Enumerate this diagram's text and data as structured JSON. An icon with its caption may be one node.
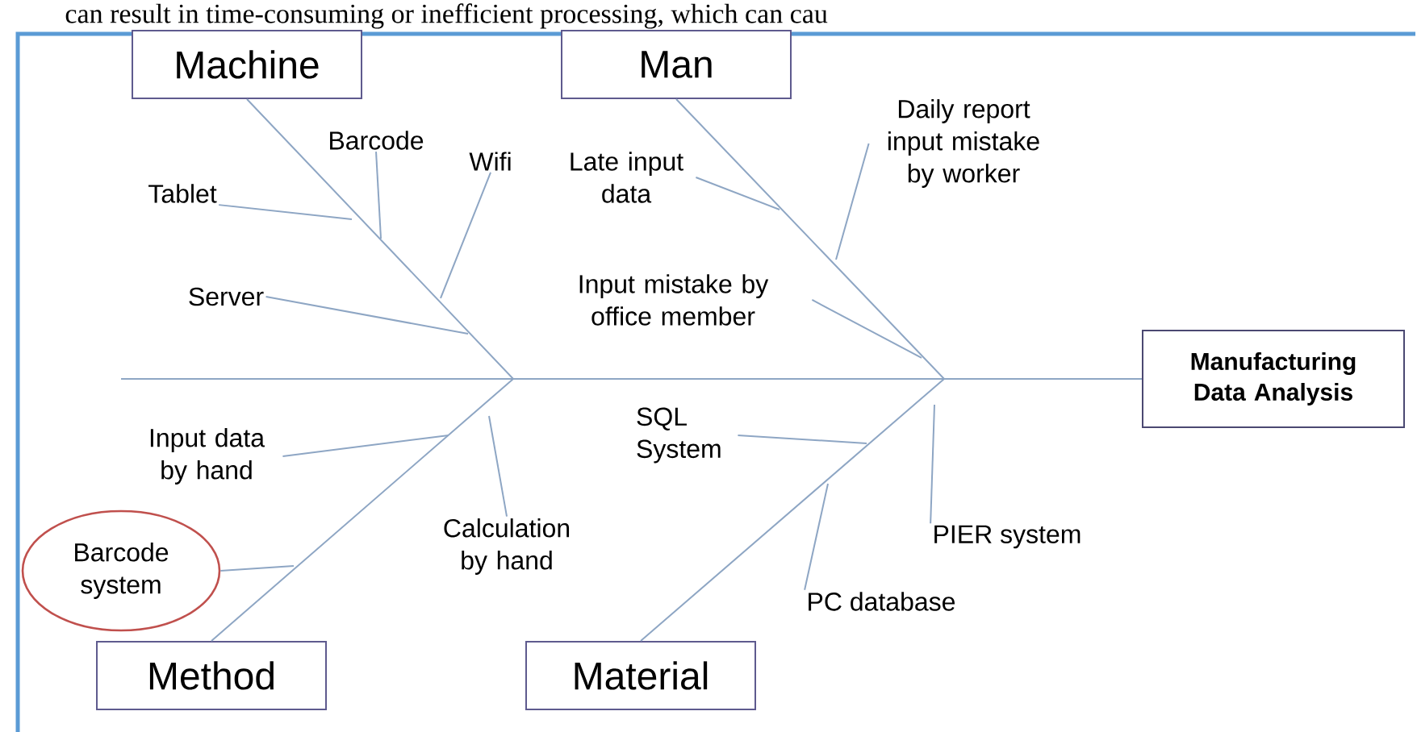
{
  "diagram": {
    "nodes": [
      {
        "text": [
          "Machine"
        ]
      },
      {
        "text": [
          "Man"
        ]
      },
      {
        "text": [
          "Manufacturing Data Analysis"
        ]
      },
      {
        "text": [
          "Tablet"
        ]
      },
      {
        "text": [
          "Barcode"
        ]
      },
      {
        "text": [
          "Wifi"
        ]
      },
      {
        "text": [
          "Late input data"
        ]
      },
      {
        "text": [
          "Daily report input mistake by worker"
        ]
      },
      {
        "text": [
          "Server"
        ]
      },
      {
        "text": [
          "Input mistake by office member"
        ]
      },
      {
        "text": [
          "Input data by hand"
        ]
      },
      {
        "text": [
          "SQL System"
        ]
      },
      {
        "text": [
          "Barcode system"
        ]
      },
      {
        "text": [
          "Calculation by hand"
        ]
      },
      {
        "text": [
          "PIER system"
        ]
      },
      {
        "text": [
          "PC database"
        ]
      },
      {
        "text": [
          "Method"
        ]
      },
      {
        "text": [
          "Material"
        ]
      }
    ],
    "edges": [
      {
        "from": 0,
        "to": 2,
        "arrow": "none"
      },
      {
        "from": 1,
        "to": 2,
        "arrow": "none"
      },
      {
        "from": 16,
        "to": 2,
        "arrow": "none"
      },
      {
        "from": 17,
        "to": 2,
        "arrow": "none"
      },
      {
        "from": 3,
        "to": null,
        "arrow": "none"
      },
      {
        "from": 4,
        "to": null,
        "arrow": "none"
      },
      {
        "from": 5,
        "to": null,
        "arrow": "none"
      },
      {
        "from": 6,
        "to": null,
        "arrow": "none"
      },
      {
        "from": 7,
        "to": null,
        "arrow": "none"
      },
      {
        "from": 8,
        "to": null,
        "arrow": "none"
      },
      {
        "from": 9,
        "to": null,
        "arrow": "none"
      },
      {
        "from": 10,
        "to": null,
        "arrow": "none"
      },
      {
        "from": 11,
        "to": null,
        "arrow": "none"
      },
      {
        "from": 12,
        "to": null,
        "arrow": "none"
      },
      {
        "from": 13,
        "to": null,
        "arrow": "none"
      },
      {
        "from": 14,
        "to": null,
        "arrow": "none"
      },
      {
        "from": 15,
        "to": null,
        "arrow": "none"
      }
    ],
    "labels": [
      "can result in time-consuming or inefficient processing, which can cau"
    ]
  }
}
